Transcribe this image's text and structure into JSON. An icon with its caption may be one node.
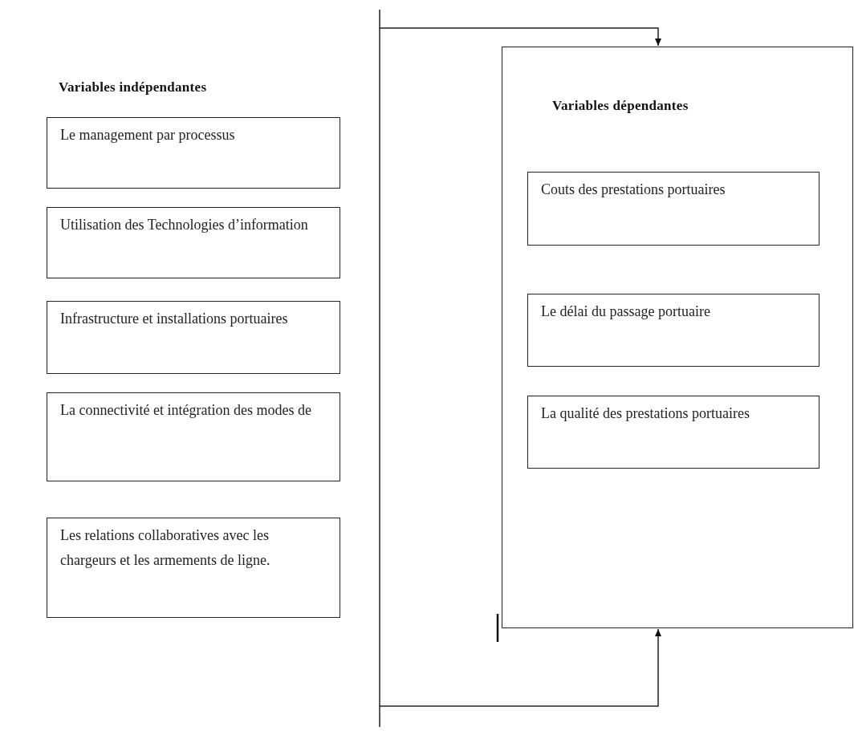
{
  "diagram": {
    "nodes": [
      {
        "text": [
          "Le management par processus"
        ]
      },
      {
        "text": [
          "Utilisation des Technologies d’information"
        ]
      },
      {
        "text": [
          "Infrastructure et installations portuaires"
        ]
      },
      {
        "text": [
          "La connectivité et intégration des modes de"
        ]
      },
      {
        "text": [
          "Les relations collaboratives avec les chargeurs et les armements de ligne."
        ]
      },
      {
        "text": [
          "Variables dépendantes"
        ]
      },
      {
        "text": [
          "Couts des prestations portuaires"
        ],
        "in": 5
      },
      {
        "text": [
          "Le délai du passage portuaire"
        ],
        "in": 5
      },
      {
        "text": [
          "La qualité des prestations portuaires"
        ],
        "in": 5
      }
    ],
    "edges": [
      {
        "from": null,
        "to": 5,
        "arrow": "to"
      },
      {
        "from": null,
        "to": 5,
        "arrow": "to"
      }
    ],
    "labels": [
      "Variables indépendantes"
    ]
  }
}
